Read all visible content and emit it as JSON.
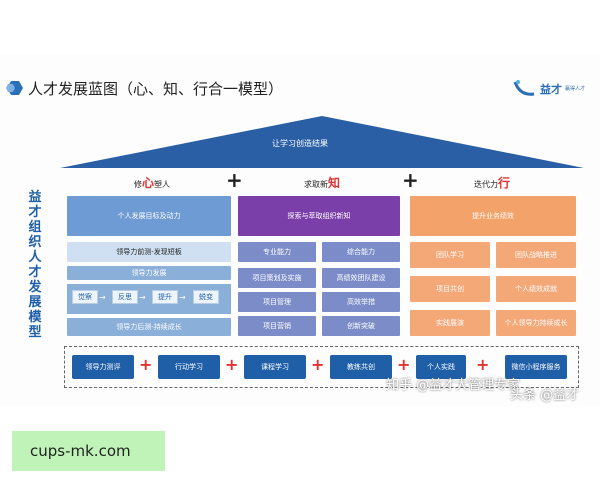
{
  "title": "人才发展蓝图（心、知、行合一模型）",
  "logo": {
    "name": "益才",
    "sub": "赢得人才"
  },
  "roof_text": "让学习创造结果",
  "vertical_title": "益才组织人才发展模型",
  "columns": {
    "heart": {
      "pre": "修",
      "hl": "心",
      "post": "塑人"
    },
    "know": {
      "pre": "求取新",
      "hl": "知",
      "post": ""
    },
    "act": {
      "pre": "迭代力",
      "hl": "行",
      "post": ""
    }
  },
  "blue": {
    "header": "个人发展目标及动力",
    "row1": "领导力前测-发现短板",
    "row2": "领导力发展",
    "steps": [
      "觉察",
      "反思",
      "提升",
      "蜕变"
    ],
    "row3": "领导力后测-持续成长"
  },
  "purple": {
    "header": "探索与萃取组织新知",
    "cells": [
      "专业能力",
      "综合能力",
      "项目策划及实施",
      "高绩效团队建设",
      "项目管理",
      "高效举措",
      "项目营销",
      "创新突破"
    ]
  },
  "orange": {
    "header": "提升业务绩效",
    "cells": [
      "团队学习",
      "团队战略推进",
      "项目共创",
      "个人绩效成就",
      "实践展演",
      "个人领导力持续成长"
    ]
  },
  "bottom": [
    "领导力测评",
    "行动学习",
    "课程学习",
    "教练共创",
    "个人实践",
    "微信小程序服务"
  ],
  "watermarks": {
    "zhihu": "知乎 @益才大管理专家",
    "toutiao": "头条 @益才"
  },
  "footer": "cups-mk.com"
}
